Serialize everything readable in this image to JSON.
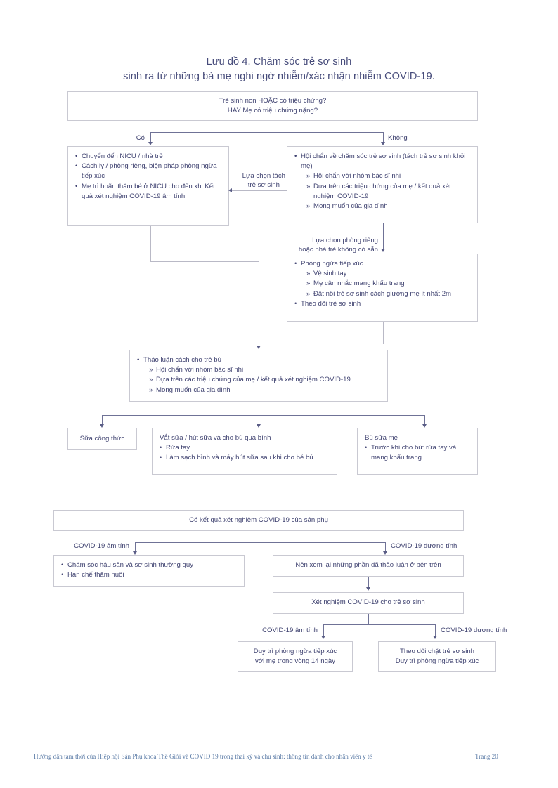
{
  "title": {
    "line1": "Lưu đồ 4. Chăm sóc trẻ sơ sinh",
    "line2": "sinh ra từ những bà mẹ nghi ngờ nhiễm/xác nhận nhiễm COVID-19."
  },
  "colors": {
    "text": "#3f4270",
    "box_border": "#c9c9d2",
    "connector": "#6f7296",
    "footer": "#5b7ba6",
    "background": "#ffffff"
  },
  "chart_data": {
    "type": "diagram",
    "subtype": "flowchart",
    "title": "Lưu đồ 4. Chăm sóc trẻ sơ sinh sinh ra từ những bà mẹ nghi ngờ nhiễm/xác nhận nhiễm COVID-19.",
    "nodes": [
      {
        "id": "n1",
        "label": "Trẻ sinh non HOẶC có triệu chứng? HAY Mẹ có triệu chứng nặng?"
      },
      {
        "id": "n2",
        "label": "Chuyển đến NICU / nhà trẻ; Cách ly / phòng riêng, biện pháp phòng ngừa tiếp xúc; Mẹ trì hoãn thăm bé ở NICU cho đến khi Kết quả xét nghiệm COVID-19 âm tính"
      },
      {
        "id": "n3",
        "label": "Hội chẩn về chăm sóc trẻ sơ sinh (tách trẻ sơ sinh khỏi mẹ)"
      },
      {
        "id": "n4",
        "label": "Phòng ngừa tiếp xúc; Theo dõi trẻ sơ sinh"
      },
      {
        "id": "n5",
        "label": "Thảo luận cách cho trẻ bú"
      },
      {
        "id": "n6",
        "label": "Sữa công thức"
      },
      {
        "id": "n7",
        "label": "Vắt sữa / hút sữa và cho bú qua bình"
      },
      {
        "id": "n8",
        "label": "Bú sữa mẹ"
      },
      {
        "id": "n9",
        "label": "Có kết quả xét nghiệm COVID-19 của sản phụ"
      },
      {
        "id": "n10",
        "label": "Chăm sóc hậu sản và sơ sinh thường quy; Hạn chế thăm nuôi"
      },
      {
        "id": "n11",
        "label": "Nên xem lại những phần đã thảo luận ở bên trên"
      },
      {
        "id": "n12",
        "label": "Xét nghiệm COVID-19 cho trẻ sơ sinh"
      },
      {
        "id": "n13",
        "label": "Duy trì phòng ngừa tiếp xúc với mẹ trong vòng 14 ngày"
      },
      {
        "id": "n14",
        "label": "Theo dõi chặt trẻ sơ sinh Duy trì phòng ngừa tiếp xúc"
      }
    ],
    "edges": [
      {
        "from": "n1",
        "to": "n2",
        "label": "Có"
      },
      {
        "from": "n1",
        "to": "n3",
        "label": "Không"
      },
      {
        "from": "n3",
        "to": "n2",
        "label": "Lựa chọn tách trẻ sơ sinh"
      },
      {
        "from": "n3",
        "to": "n4",
        "label": "Lựa chọn phòng riêng hoặc nhà trẻ không có sẵn"
      },
      {
        "from": "n2",
        "to": "n5",
        "label": ""
      },
      {
        "from": "n4",
        "to": "n5",
        "label": ""
      },
      {
        "from": "n5",
        "to": "n6",
        "label": ""
      },
      {
        "from": "n5",
        "to": "n7",
        "label": ""
      },
      {
        "from": "n5",
        "to": "n8",
        "label": ""
      },
      {
        "from": "n9",
        "to": "n10",
        "label": "COVID-19 âm tính"
      },
      {
        "from": "n9",
        "to": "n11",
        "label": "COVID-19 dương tính"
      },
      {
        "from": "n11",
        "to": "n12",
        "label": ""
      },
      {
        "from": "n12",
        "to": "n13",
        "label": "COVID-19 âm tính"
      },
      {
        "from": "n12",
        "to": "n14",
        "label": "COVID-19 dương tính"
      }
    ]
  },
  "boxes": {
    "n1": {
      "l1": "Trẻ sinh non HOẶC có triệu chứng?",
      "l2": "HAY Mẹ có triệu chứng nặng?"
    },
    "n2": {
      "b1": "Chuyển đến NICU / nhà trẻ",
      "b2": "Cách ly / phòng riêng, biện pháp phòng ngừa tiếp xúc",
      "b3": "Mẹ trì hoãn thăm bé ở NICU cho đến khi Kết quả xét nghiệm COVID-19 âm tính"
    },
    "n3": {
      "b1": "Hội chẩn về chăm sóc trẻ sơ sinh (tách trẻ sơ sinh khỏi mẹ)",
      "s1": "Hội chẩn với nhóm bác sĩ nhi",
      "s2": "Dựa trên các triệu chứng của mẹ / kết quả xét nghiệm COVID-19",
      "s3": "Mong muốn của gia đình"
    },
    "n4": {
      "b1": "Phòng ngừa tiếp xúc",
      "s1": "Vệ sinh tay",
      "s2": "Mẹ cân nhắc mang khẩu trang",
      "s3": "Đặt nôi trẻ sơ sinh cách giường mẹ ít nhất 2m",
      "b2": "Theo dõi trẻ sơ sinh"
    },
    "n5": {
      "b1": "Thảo luận cách cho trẻ bú",
      "s1": "Hội chẩn với nhóm bác sĩ nhi",
      "s2": "Dựa trên các triệu chứng của mẹ / kết quả xét nghiệm COVID-19",
      "s3": "Mong muốn của gia đình"
    },
    "n6": {
      "l1": "Sữa công thức"
    },
    "n7": {
      "l1": "Vắt sữa / hút sữa và cho bú qua bình",
      "b1": "Rửa tay",
      "b2": "Làm sạch bình và máy hút sữa sau khi cho bé bú"
    },
    "n8": {
      "l1": "Bú sữa mẹ",
      "b1": "Trước khi cho bú: rửa tay và mang khẩu trang"
    },
    "n9": {
      "l1": "Có kết quả xét nghiệm COVID-19 của sản phụ"
    },
    "n10": {
      "b1": "Chăm sóc hậu sản và sơ sinh thường quy",
      "b2": "Hạn chế thăm nuôi"
    },
    "n11": {
      "l1": "Nên xem lại những phần đã thảo luận ở bên trên"
    },
    "n12": {
      "l1": "Xét nghiệm COVID-19 cho trẻ sơ sinh"
    },
    "n13": {
      "l1": "Duy trì phòng ngừa tiếp xúc",
      "l2": "với mẹ trong vòng 14 ngày"
    },
    "n14": {
      "l1": "Theo dõi chặt trẻ sơ sinh",
      "l2": "Duy trì phòng ngừa tiếp xúc"
    }
  },
  "edge_labels": {
    "yes": "Có",
    "no": "Không",
    "separate_infant_l1": "Lựa chọn tách",
    "separate_infant_l2": "trẻ sơ sinh",
    "private_room_l1": "Lựa chọn phòng riêng",
    "private_room_l2": "hoặc nhà trẻ không có sẵn",
    "neg_top": "COVID-19 âm tính",
    "pos_top": "COVID-19 dương tính",
    "neg_bottom": "COVID-19 âm tính",
    "pos_bottom": "COVID-19 dương tính"
  },
  "footer": {
    "text": "Hướng dẫn tạm thời của Hiệp hội Sản Phụ khoa Thế Giới về COVID 19 trong thai kỳ và chu sinh: thông tin dành cho nhân viên y tế",
    "page": "Trang 20"
  }
}
